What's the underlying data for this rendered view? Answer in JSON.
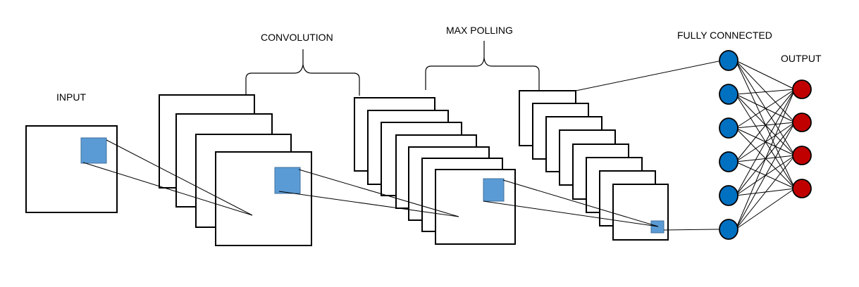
{
  "labels": {
    "input": "INPUT",
    "convolution": "CONVOLUTION",
    "max_polling": "MAX POLLING",
    "fully_connected": "FULLY CONNECTED",
    "output": "OUTPUT"
  },
  "colors": {
    "kernel_fill": "#5b9bd5",
    "kernel_stroke": "#41719c",
    "hidden_node": "#0070c0",
    "output_node": "#c00000",
    "node_stroke": "#000000"
  },
  "network": {
    "fully_connected_nodes": 6,
    "output_nodes": 4
  }
}
